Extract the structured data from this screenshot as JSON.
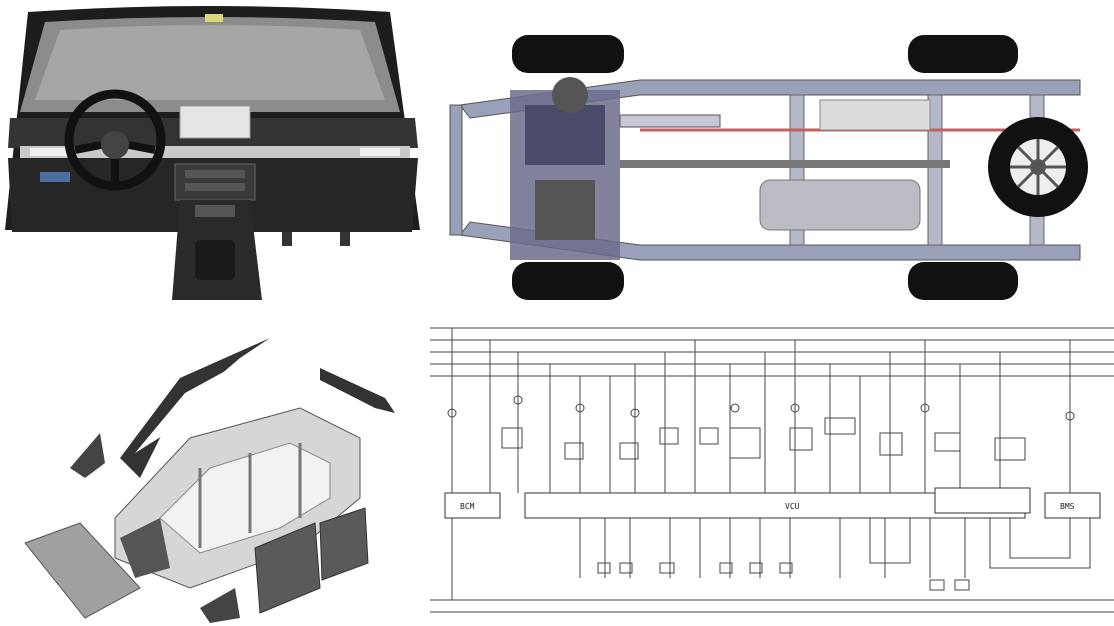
{
  "panels": [
    {
      "id": "dashboard",
      "icon": "dashboard-cockpit-icon"
    },
    {
      "id": "chassis",
      "icon": "chassis-frame-icon"
    },
    {
      "id": "body",
      "icon": "exploded-body-icon"
    },
    {
      "id": "wiring",
      "icon": "wiring-schematic-icon"
    }
  ],
  "wiring": {
    "left_module_label": "BCM",
    "center_module_label": "VCU",
    "right_module_label": "BMS"
  },
  "colors": {
    "frame": "#9aa0b8",
    "dark_panel": "#2b2b2b",
    "tire": "#111111",
    "line": "#444444"
  }
}
